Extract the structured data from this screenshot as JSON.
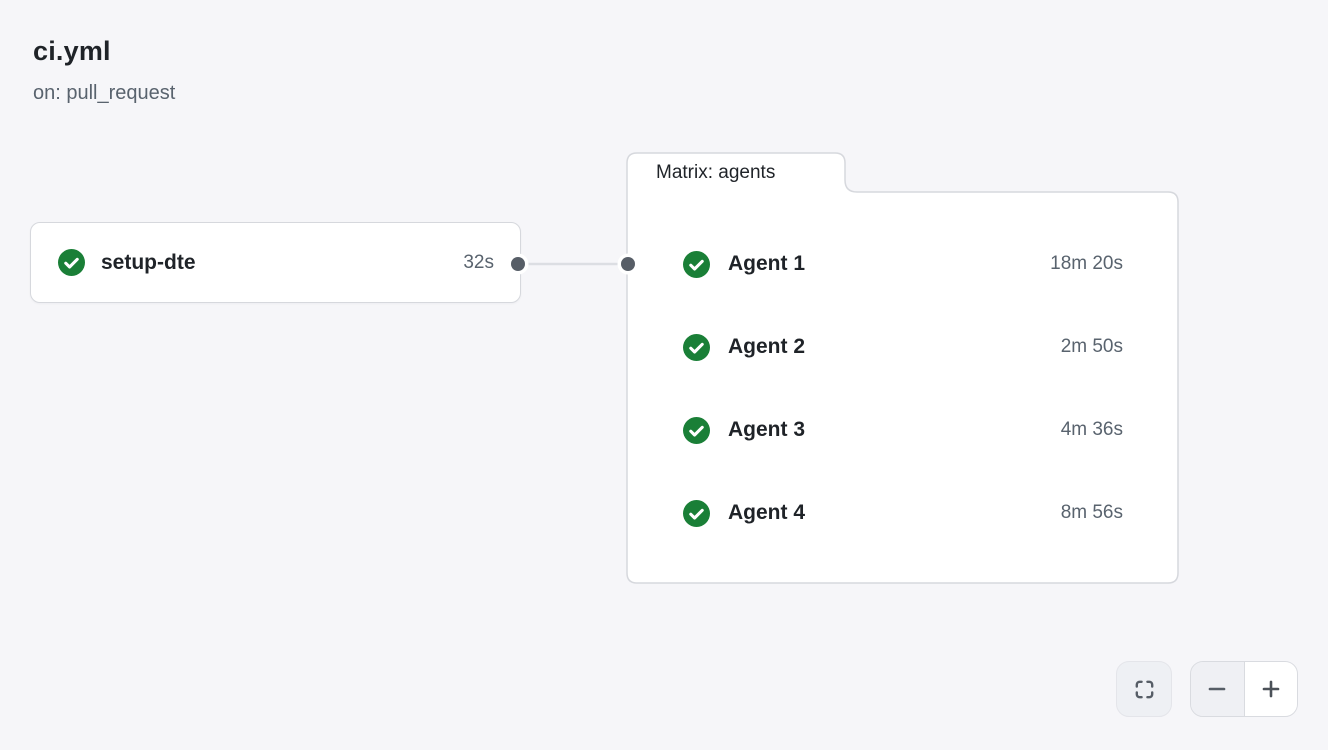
{
  "header": {
    "title": "ci.yml",
    "trigger": "on: pull_request"
  },
  "workflow": {
    "jobs": [
      {
        "name": "setup-dte",
        "duration": "32s",
        "status": "success",
        "status_icon": "check-circle-icon"
      }
    ],
    "matrix_group": {
      "label": "Matrix: agents",
      "jobs": [
        {
          "name": "Agent 1",
          "duration": "18m 20s",
          "status": "success",
          "status_icon": "check-circle-icon"
        },
        {
          "name": "Agent 2",
          "duration": "2m 50s",
          "status": "success",
          "status_icon": "check-circle-icon"
        },
        {
          "name": "Agent 3",
          "duration": "4m 36s",
          "status": "success",
          "status_icon": "check-circle-icon"
        },
        {
          "name": "Agent 4",
          "duration": "8m 56s",
          "status": "success",
          "status_icon": "check-circle-icon"
        }
      ]
    }
  },
  "controls": {
    "fit_view_icon": "fit-to-screen-icon",
    "zoom_out_icon": "minus-icon",
    "zoom_in_icon": "plus-icon"
  },
  "colors": {
    "page_background": "#f6f6f9",
    "surface": "#ffffff",
    "border": "#d6d8dd",
    "text_primary": "#1f2328",
    "text_muted": "#59636e",
    "success_green": "#1a7f37",
    "connector_line": "#dcdee3",
    "connector_dot": "#575e67"
  }
}
